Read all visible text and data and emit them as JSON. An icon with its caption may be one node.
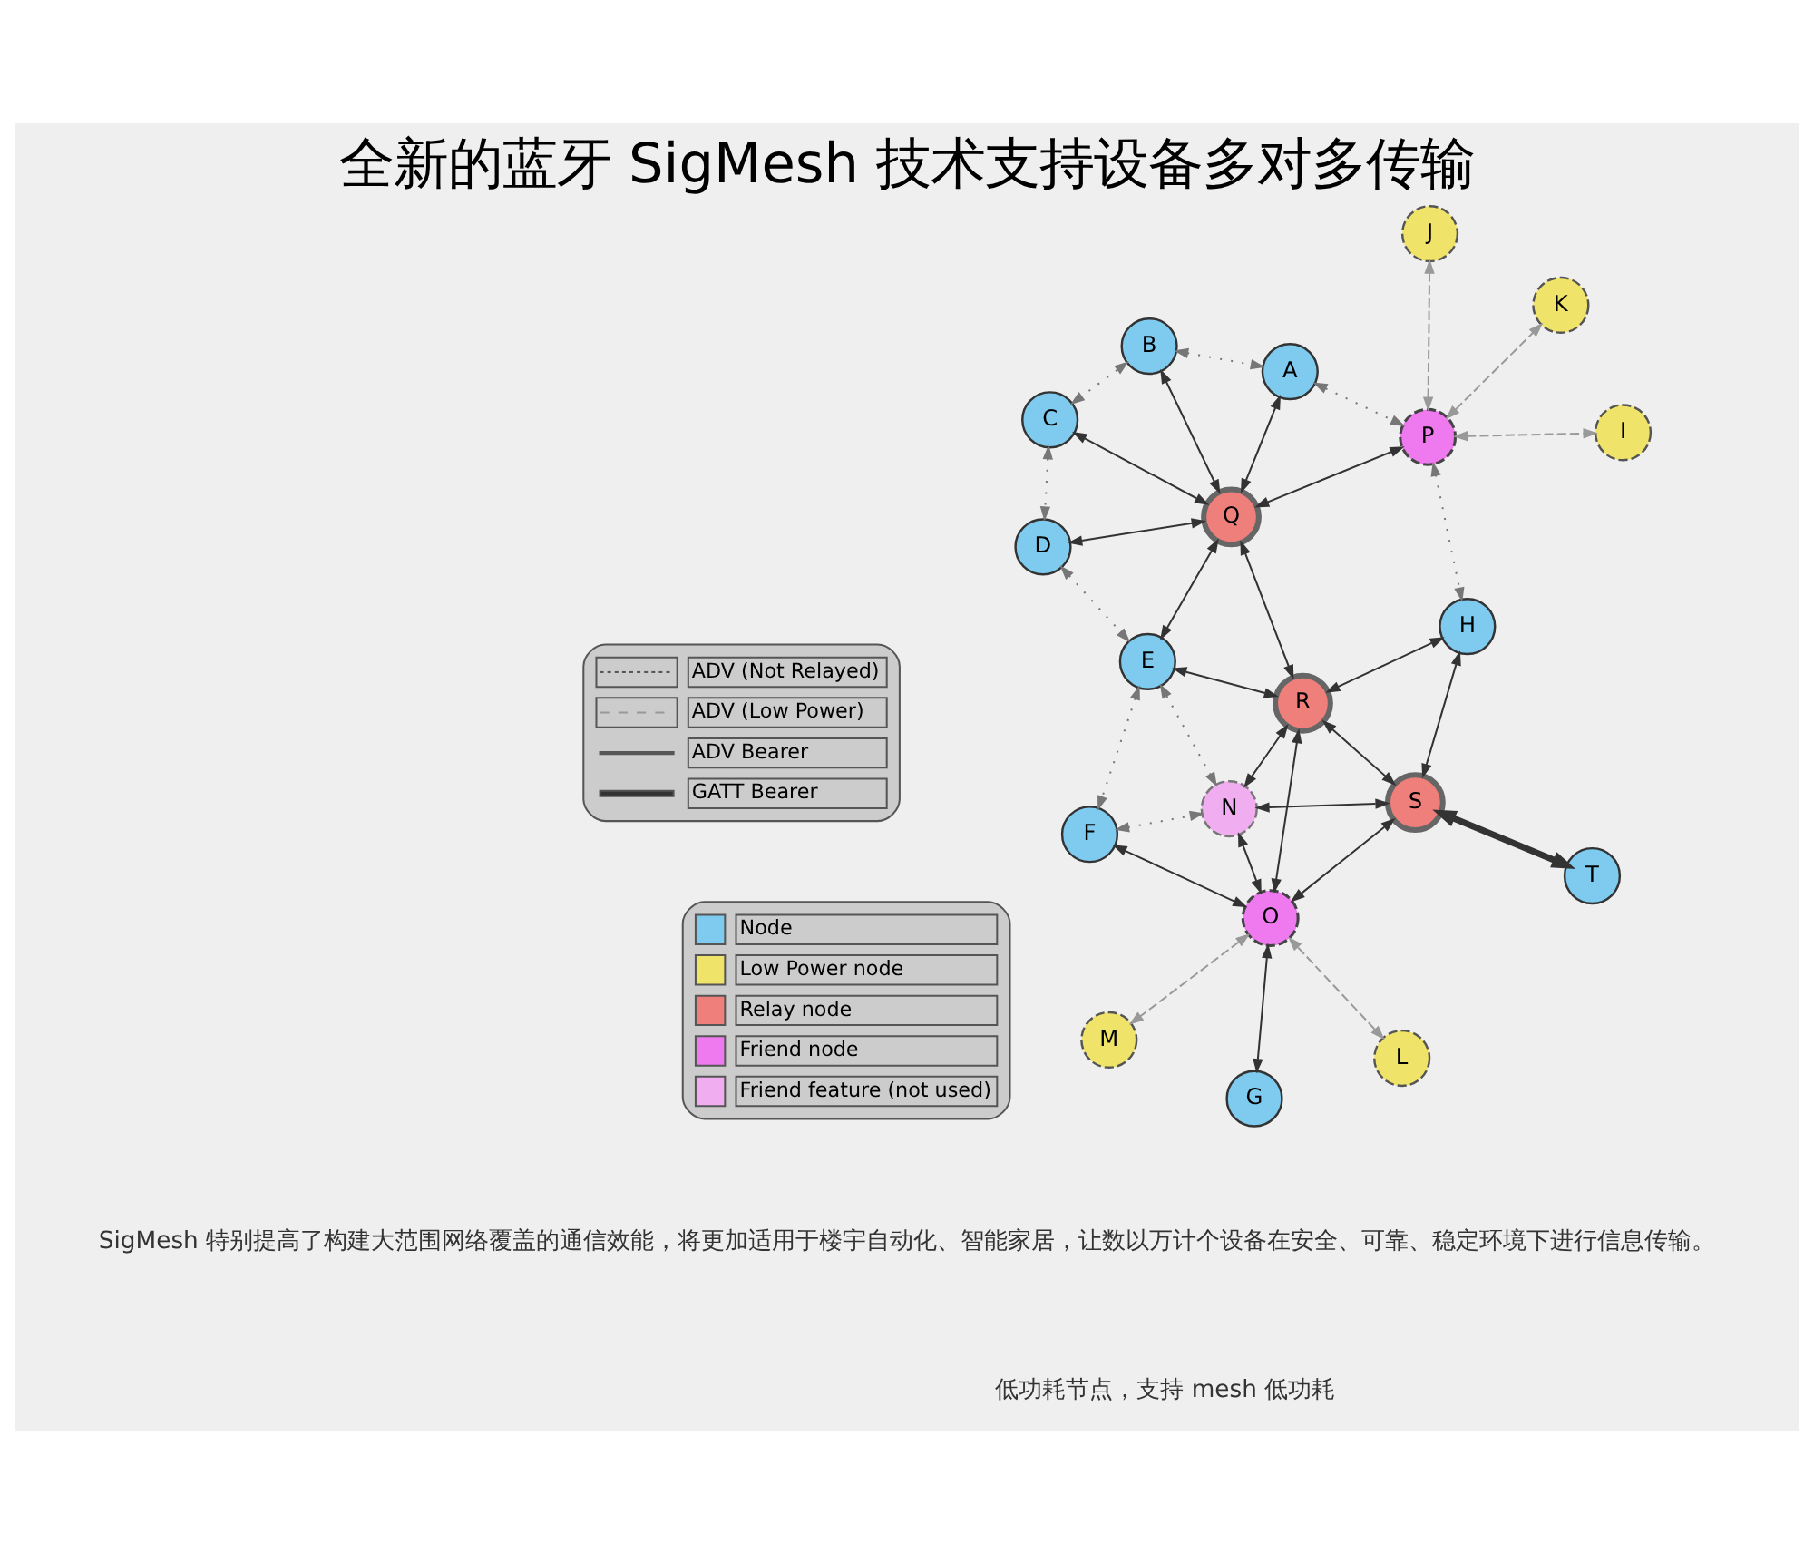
{
  "diagram": {
    "title": "全新的蓝牙 SigMesh 技术支持设备多对多传输",
    "nodes": [
      {
        "text": [
          "D"
        ]
      },
      {
        "text": [
          "C"
        ]
      },
      {
        "text": [
          "F"
        ]
      },
      {
        "text": [
          "E"
        ]
      },
      {
        "text": [
          "L"
        ]
      },
      {
        "text": [
          "B"
        ]
      },
      {
        "text": [
          "M"
        ]
      },
      {
        "text": [
          "Q"
        ]
      },
      {
        "text": [
          "N"
        ]
      },
      {
        "text": [
          "O"
        ]
      },
      {
        "text": [
          "A"
        ]
      },
      {
        "text": [
          "R"
        ]
      },
      {
        "text": [
          "G"
        ]
      },
      {
        "text": [
          "P"
        ]
      },
      {
        "text": [
          "S"
        ]
      },
      {
        "text": [
          "I"
        ]
      },
      {
        "text": [
          "H"
        ]
      },
      {
        "text": [
          "T"
        ]
      },
      {
        "text": [
          "J"
        ]
      },
      {
        "text": [
          "K"
        ]
      }
    ],
    "edges": [
      {
        "from": 1,
        "to": 0,
        "arrow": "both",
        "style": "dashed",
        "color": "#777777"
      },
      {
        "from": 0,
        "to": 3,
        "arrow": "both",
        "style": "dashed",
        "color": "#777777"
      },
      {
        "from": 5,
        "to": 1,
        "arrow": "both",
        "style": "dashed",
        "color": "#777777"
      },
      {
        "from": 3,
        "to": 2,
        "arrow": "both",
        "style": "dashed",
        "color": "#777777"
      },
      {
        "from": 5,
        "to": 10,
        "arrow": "both",
        "style": "dashed",
        "color": "#777777"
      },
      {
        "from": 3,
        "to": 8,
        "arrow": "both",
        "style": "dashed",
        "color": "#777777"
      },
      {
        "from": 2,
        "to": 8,
        "arrow": "both",
        "style": "dashed",
        "color": "#777777"
      },
      {
        "from": 10,
        "to": 13,
        "arrow": "both",
        "style": "dashed",
        "color": "#777777"
      },
      {
        "from": 13,
        "to": 16,
        "arrow": "both",
        "style": "dashed",
        "color": "#777777"
      },
      {
        "from": 9,
        "to": 4,
        "arrow": "both",
        "style": "dashed",
        "color": "#999999"
      },
      {
        "from": 9,
        "to": 6,
        "arrow": "both",
        "style": "dashed",
        "color": "#999999"
      },
      {
        "from": 13,
        "to": 15,
        "arrow": "both",
        "style": "dashed",
        "color": "#999999"
      },
      {
        "from": 13,
        "to": 18,
        "arrow": "both",
        "style": "dashed",
        "color": "#999999"
      },
      {
        "from": 13,
        "to": 19,
        "arrow": "both",
        "style": "dashed",
        "color": "#999999"
      },
      {
        "from": 7,
        "to": 1,
        "arrow": "both"
      },
      {
        "from": 7,
        "to": 0,
        "arrow": "both"
      },
      {
        "from": 7,
        "to": 5,
        "arrow": "both"
      },
      {
        "from": 7,
        "to": 3,
        "arrow": "both"
      },
      {
        "from": 7,
        "to": 10,
        "arrow": "both"
      },
      {
        "from": 7,
        "to": 13,
        "arrow": "both"
      },
      {
        "from": 7,
        "to": 11,
        "arrow": "both"
      },
      {
        "from": 3,
        "to": 11,
        "arrow": "both"
      },
      {
        "from": 8,
        "to": 11,
        "arrow": "both"
      },
      {
        "from": 8,
        "to": 14,
        "arrow": "both"
      },
      {
        "from": 8,
        "to": 9,
        "arrow": "both"
      },
      {
        "from": 2,
        "to": 9,
        "arrow": "both"
      },
      {
        "from": 11,
        "to": 9,
        "arrow": "both"
      },
      {
        "from": 9,
        "to": 12,
        "arrow": "both"
      },
      {
        "from": 9,
        "to": 14,
        "arrow": "both"
      },
      {
        "from": 11,
        "to": 14,
        "arrow": "both"
      },
      {
        "from": 11,
        "to": 16,
        "arrow": "both"
      },
      {
        "from": 14,
        "to": 16,
        "arrow": "both"
      },
      {
        "from": 14,
        "to": 17,
        "arrow": "both",
        "style": "thick"
      }
    ],
    "labels": [
      "SigMesh 特别提高了构建大范围网络覆盖的通信效能，将更加适用于楼宇自动化、智能家居，让数以万计个设备在安全、可靠、稳定环境下进行信息传输。",
      "低功耗节点，支持 mesh 低功耗"
    ],
    "legend": [
      {
        "text": "ADV (Not Relayed)"
      },
      {
        "text": "ADV (Low Power)"
      },
      {
        "text": "ADV Bearer"
      },
      {
        "text": "GATT Bearer"
      },
      {
        "text": "Node",
        "color": "#7fcbef"
      },
      {
        "text": "Low Power node",
        "color": "#f0e36a"
      },
      {
        "text": "Relay node",
        "color": "#ef7f7a"
      },
      {
        "text": "Friend node",
        "color": "#ef7aef"
      },
      {
        "text": "Friend feature (not used)",
        "color": "#f0aef0"
      }
    ]
  }
}
